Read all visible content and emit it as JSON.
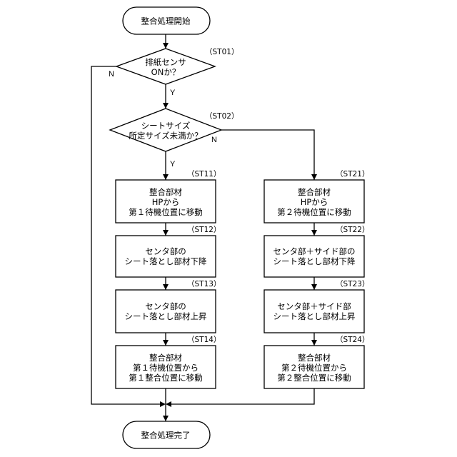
{
  "flowchart": {
    "start": "整合処理開始",
    "end": "整合処理完了",
    "st01": {
      "step": "（ST01）",
      "lines": [
        "排紙センサ",
        "ONか？"
      ]
    },
    "st02": {
      "step": "（ST02）",
      "lines": [
        "シートサイズ",
        "所定サイズ未満か？"
      ]
    },
    "st11": {
      "step": "（ST11）",
      "lines": [
        "整合部材",
        "HPから",
        "第１待機位置に移動"
      ]
    },
    "st12": {
      "step": "（ST12）",
      "lines": [
        "センタ部の",
        "シート落とし部材下降"
      ]
    },
    "st13": {
      "step": "（ST13）",
      "lines": [
        "センタ部の",
        "シート落とし部材上昇"
      ]
    },
    "st14": {
      "step": "（ST14）",
      "lines": [
        "整合部材",
        "第１待機位置から",
        "第１整合位置に移動"
      ]
    },
    "st21": {
      "step": "（ST21）",
      "lines": [
        "整合部材",
        "HPから",
        "第２待機位置に移動"
      ]
    },
    "st22": {
      "step": "（ST22）",
      "lines": [
        "センタ部＋サイド部の",
        "シート落とし部材下降"
      ]
    },
    "st23": {
      "step": "（ST23）",
      "lines": [
        "センタ部＋サイド部",
        "シート落とし部材上昇"
      ]
    },
    "st24": {
      "step": "（ST24）",
      "lines": [
        "整合部材",
        "第２待機位置から",
        "第２整合位置に移動"
      ]
    },
    "yes_label": "Y",
    "no_label": "N"
  }
}
